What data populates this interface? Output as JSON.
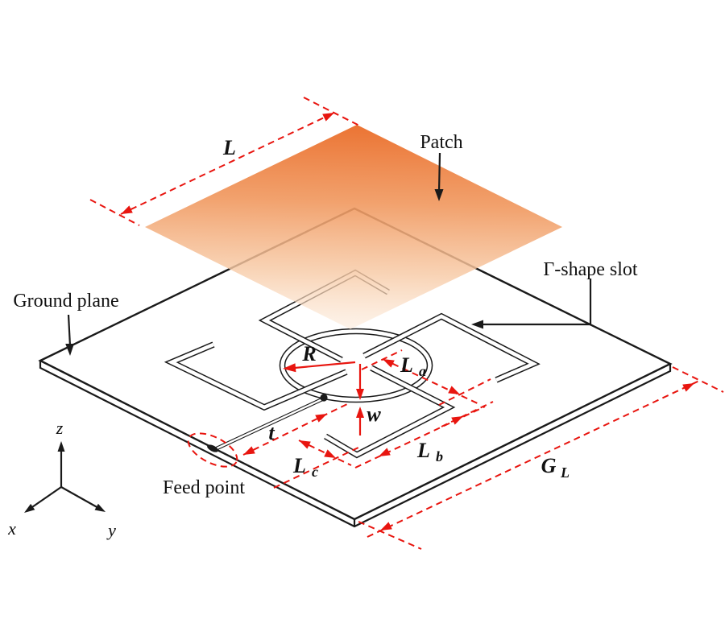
{
  "figure": {
    "description": "Isometric diagram of a microstrip patch antenna with a ground plane containing four pinwheel Gamma-shape slots and a central ring slot",
    "labels": {
      "patch": "Patch",
      "gamma_slot": "Γ-shape slot",
      "ground_plane": "Ground plane",
      "feed_point": "Feed point"
    },
    "dimensions": {
      "L": "L",
      "R": "R",
      "w": "w",
      "t": "t",
      "La": {
        "base": "L",
        "sub": "a"
      },
      "Lb": {
        "base": "L",
        "sub": "b"
      },
      "Lc": {
        "base": "L",
        "sub": "c"
      },
      "GL": {
        "base": "G",
        "sub": "L"
      }
    },
    "axes": {
      "x": "x",
      "y": "y",
      "z": "z"
    },
    "colors": {
      "dimension_red": "#e8150f",
      "patch_orange_top": "#eb6d2a",
      "patch_orange_mid": "#f19a63",
      "patch_orange_low": "#f8cba6",
      "patch_orange_bottom": "#fceadd",
      "line_black": "#1a1a1a",
      "background": "#ffffff"
    }
  }
}
